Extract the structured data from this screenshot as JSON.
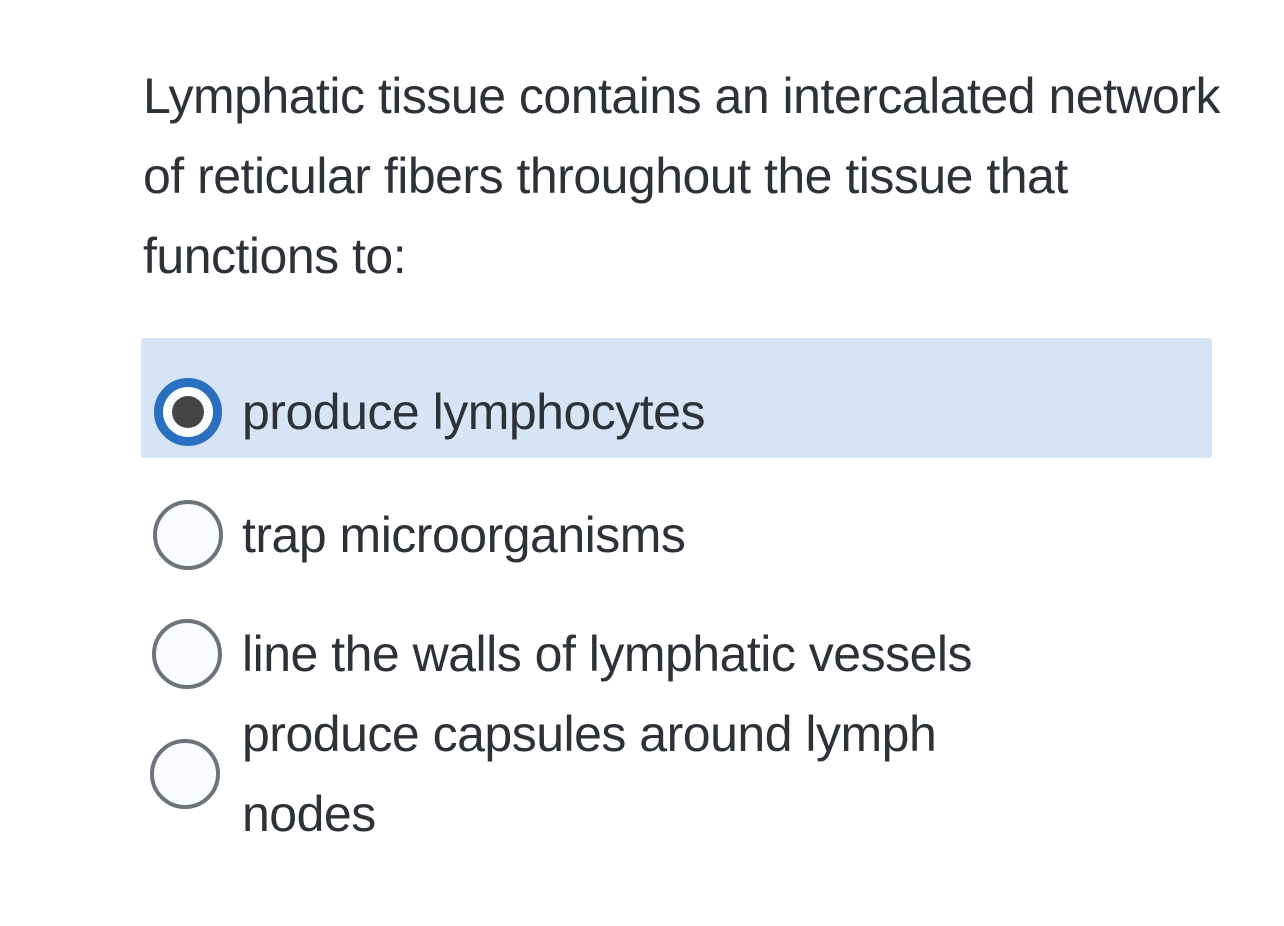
{
  "question": {
    "text": "Lymphatic tissue contains an intercalated network of reticular fibers throughout the tissue that functions to:"
  },
  "options": [
    {
      "label": "produce lymphocytes",
      "selected": true
    },
    {
      "label": "trap microorganisms",
      "selected": false
    },
    {
      "label": "line the walls of lymphatic vessels",
      "selected": false
    },
    {
      "label": "produce capsules around lymph nodes",
      "selected": false
    }
  ],
  "colors": {
    "background": "#ffffff",
    "text": "#2d3238",
    "selected_option_highlight": "#d7e4f5",
    "radio_selected_ring": "#2b6fc0",
    "radio_selected_dot": "#454545",
    "radio_unselected_border": "#6d737a",
    "radio_unselected_fill": "#fafcff"
  }
}
